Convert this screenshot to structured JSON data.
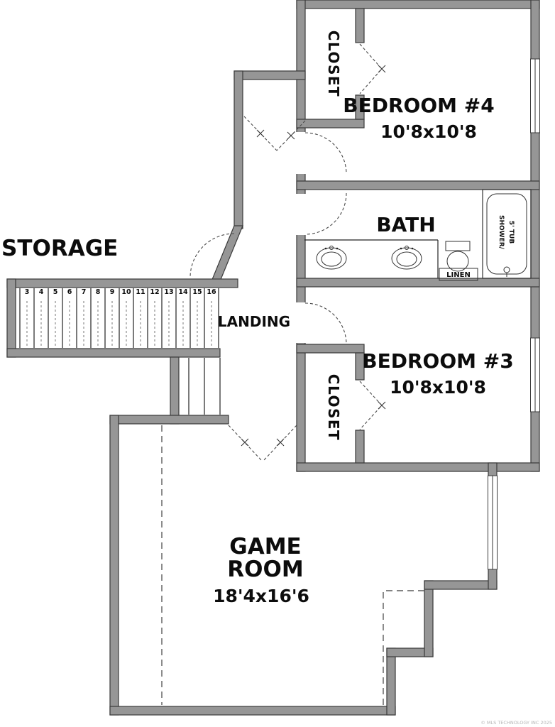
{
  "labels": {
    "storage": "STORAGE",
    "landing": "LANDING",
    "bath": "BATH",
    "linen": "LINEN",
    "closet_top": "CLOSET",
    "closet_bedroom3": "CLOSET",
    "bedroom4": {
      "name": "BEDROOM #4",
      "dims": "10'8x10'8"
    },
    "bedroom3": {
      "name": "BEDROOM #3",
      "dims": "10'8x10'8"
    },
    "gameroom": {
      "line1": "GAME",
      "line2": "ROOM",
      "dims": "18'4x16'6"
    },
    "tub": {
      "line1": "SHOWER/",
      "line2": "5' TUB"
    }
  },
  "stairs": {
    "treads": [
      "3",
      "4",
      "5",
      "6",
      "7",
      "8",
      "9",
      "10",
      "11",
      "12",
      "13",
      "14",
      "15",
      "16"
    ]
  },
  "footer": {
    "copyright": "© MLS TECHNOLOGY INC 2025"
  },
  "colors": {
    "background": "#ffffff",
    "wall_fill": "#969696",
    "wall_stroke": "#3a3a3a",
    "line": "#222222",
    "dashed_line": "#4a4a4a",
    "copyright_text": "#b5b5b5"
  }
}
